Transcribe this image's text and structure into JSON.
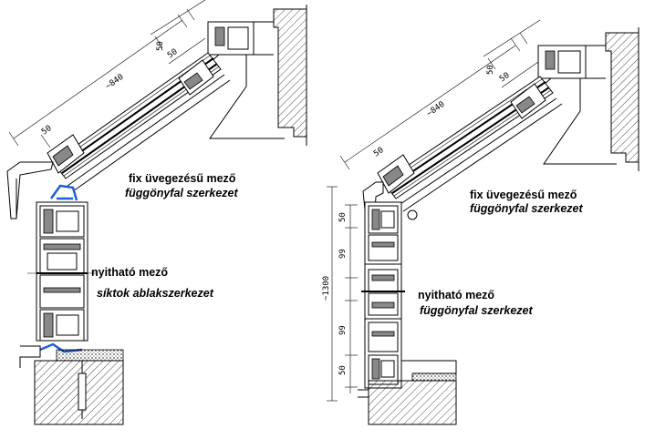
{
  "left_detail": {
    "dim_top_a": "50",
    "dim_top_b": "50",
    "dim_length": "~840",
    "dim_side": "50",
    "label_fix_line1": "fix üvegezésű mező",
    "label_fix_line2": "függönyfal szerkezet",
    "label_open_line1": "nyitható mező",
    "label_open_line2": "síktok ablakszerkezet",
    "accent_color": "#1f5fd6"
  },
  "right_detail": {
    "dim_top_a": "50",
    "dim_top_b": "50",
    "dim_length": "~840",
    "dim_side": "50",
    "dim_v1": "50",
    "dim_v2": "99",
    "dim_total": "~1300",
    "dim_v3": "99",
    "dim_v4": "50",
    "label_fix_line1": "fix üvegezésű mező",
    "label_fix_line2": "függönyfal szerkezet",
    "label_open_line1": "nyitható mező",
    "label_open_line2": "függönyfal szerkezet"
  }
}
